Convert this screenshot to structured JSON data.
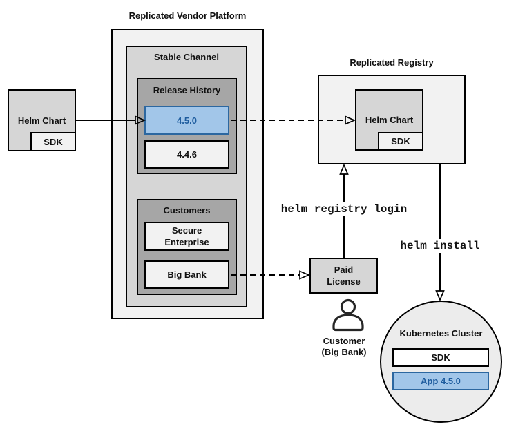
{
  "diagram": {
    "title": "Replicated Vendor Platform",
    "vendor_chart": {
      "label": "Helm Chart",
      "sdk_label": "SDK"
    },
    "stable_channel": {
      "title": "Stable Channel"
    },
    "release_history": {
      "title": "Release History",
      "versions": [
        {
          "label": "4.5.0",
          "highlighted": true
        },
        {
          "label": "4.4.6",
          "highlighted": false
        }
      ]
    },
    "customers": {
      "title": "Customers",
      "items": [
        {
          "label": "Secure\nEnterprise"
        },
        {
          "label": "Big Bank"
        }
      ]
    },
    "registry": {
      "title": "Replicated Registry",
      "chart_label": "Helm Chart",
      "sdk_label": "SDK"
    },
    "paid_license": {
      "label": "Paid\nLicense"
    },
    "customer_caption": "Customer\n(Big Bank)",
    "cluster": {
      "title": "Kubernetes Cluster",
      "sdk_label": "SDK",
      "app_label": "App 4.5.0"
    },
    "commands": {
      "registry_login": "helm registry login",
      "install": "helm install"
    },
    "colors": {
      "light": "#f2f2f2",
      "mid": "#d6d6d6",
      "dark": "#a6a6a6",
      "circle": "#ececec",
      "hl_fill": "#a2c6e9",
      "hl_border": "#2c67a0",
      "hl_text": "#1e5c9e",
      "line": "#000000"
    }
  }
}
